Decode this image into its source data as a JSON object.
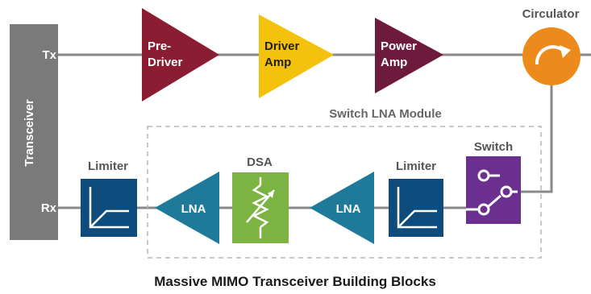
{
  "transceiver": {
    "label": "Transceiver",
    "tx_label": "Tx",
    "rx_label": "Rx"
  },
  "tx_chain": {
    "pre_driver": [
      "Pre-",
      "Driver"
    ],
    "driver_amp": [
      "Driver",
      "Amp"
    ],
    "power_amp": [
      "Power",
      "Amp"
    ]
  },
  "circulator": {
    "label": "Circulator"
  },
  "module": {
    "label": "Switch LNA Module"
  },
  "rx_chain": {
    "switch_label": "Switch",
    "limiter_label": "Limiter",
    "lna_label": "LNA",
    "dsa_label": "DSA",
    "lna2_label": "LNA",
    "limiter2_label": "Limiter"
  },
  "caption": "Massive MIMO Transceiver Building Blocks",
  "colors": {
    "transceiver": "#7a7a7a",
    "pre_driver": "#8b1d33",
    "driver_amp": "#f4c20d",
    "power_amp": "#6e1a3c",
    "circulator": "#ec8a1c",
    "switch": "#6b2f8f",
    "limiter": "#0f4c7e",
    "lna": "#1f7a9a",
    "dsa": "#7cb342",
    "line": "#7a7a7a"
  }
}
